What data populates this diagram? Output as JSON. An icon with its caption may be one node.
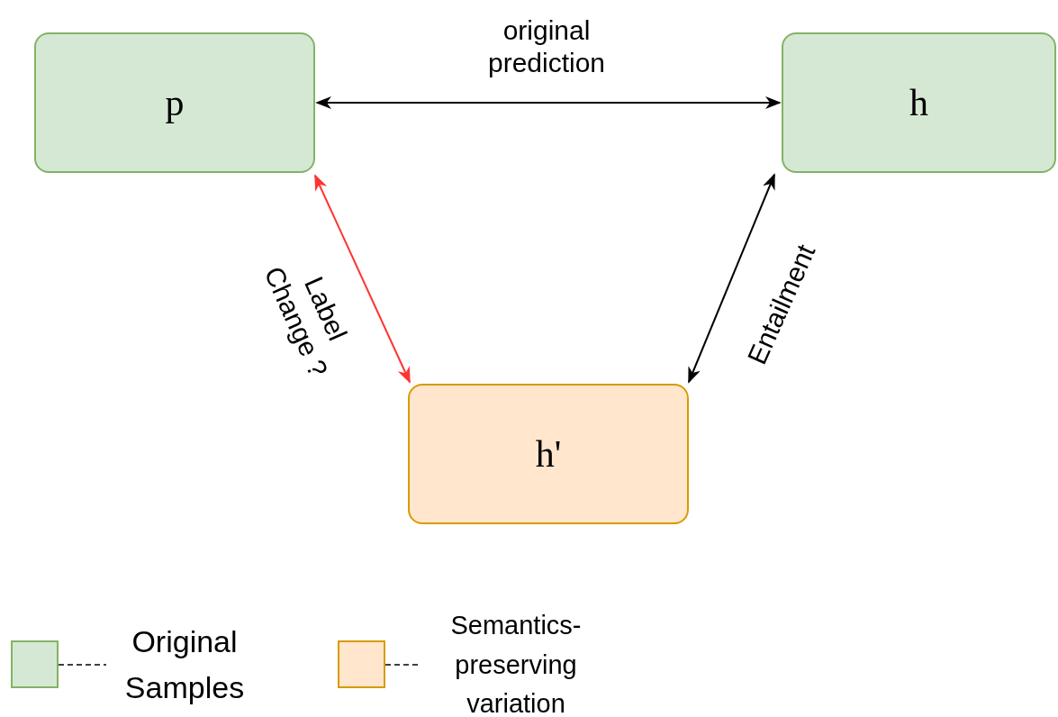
{
  "diagram": {
    "nodes": [
      {
        "text": [
          "p"
        ]
      },
      {
        "text": [
          "h"
        ]
      },
      {
        "text": [
          "h'"
        ]
      }
    ],
    "edges": [
      {
        "from": 0,
        "to": 1,
        "arrow": "both",
        "label": "original prediction"
      },
      {
        "from": 0,
        "to": 2,
        "arrow": "both",
        "label": "Label Change ?",
        "color": "#ff3333"
      },
      {
        "from": 2,
        "to": 1,
        "arrow": "both",
        "label": "Entailment"
      }
    ],
    "legend": [
      {
        "text": "Original Samples",
        "color": "#d5e8d4"
      },
      {
        "text": "Semantics-preserving variation",
        "color": "#ffe6cc"
      }
    ]
  }
}
